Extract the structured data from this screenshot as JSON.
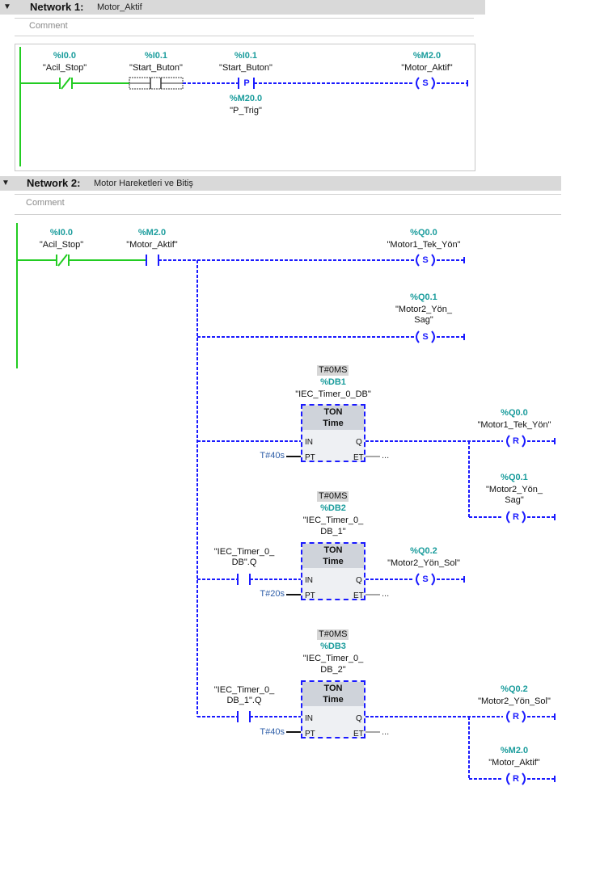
{
  "network1": {
    "label": "Network 1:",
    "name": "Motor_Aktif",
    "comment": "Comment",
    "contacts": [
      {
        "address": "%I0.0",
        "symbol": "\"Acil_Stop\""
      },
      {
        "address": "%I0.1",
        "symbol": "\"Start_Buton\""
      },
      {
        "address": "%I0.1",
        "symbol": "\"Start_Buton\"",
        "edge_address": "%M20.0",
        "edge_symbol": "\"P_Trig\"",
        "edge_letter": "P"
      }
    ],
    "coil": {
      "address": "%M2.0",
      "symbol": "\"Motor_Aktif\"",
      "letter": "S"
    }
  },
  "network2": {
    "label": "Network 2:",
    "name": "Motor Hareketleri ve Bitiş",
    "comment": "Comment",
    "contacts": [
      {
        "address": "%I0.0",
        "symbol": "\"Acil_Stop\""
      },
      {
        "address": "%M2.0",
        "symbol": "\"Motor_Aktif\""
      }
    ],
    "set_coils": [
      {
        "address": "%Q0.0",
        "symbol_1": "\"Motor1_Tek_Yön\"",
        "symbol_2": "",
        "letter": "S"
      },
      {
        "address": "%Q0.1",
        "symbol_1": "\"Motor2_Yön_",
        "symbol_2": "Sag\"",
        "letter": "S"
      }
    ],
    "timers": [
      {
        "tag": "T#0MS",
        "db": "%DB1",
        "db_symbol_1": "\"IEC_Timer_0_DB\"",
        "db_symbol_2": "",
        "type": "TON",
        "subtype": "Time",
        "pin_in": "IN",
        "pin_pt": "PT",
        "pin_q": "Q",
        "pin_et": "ET",
        "pt_value": "T#40s",
        "et_value": "...",
        "coils": [
          {
            "address": "%Q0.0",
            "symbol_1": "\"Motor1_Tek_Yön\"",
            "symbol_2": "",
            "letter": "R"
          },
          {
            "address": "%Q0.1",
            "symbol_1": "\"Motor2_Yön_",
            "symbol_2": "Sag\"",
            "letter": "R"
          }
        ]
      },
      {
        "tag": "T#0MS",
        "db": "%DB2",
        "db_symbol_1": "\"IEC_Timer_0_",
        "db_symbol_2": "DB_1\"",
        "type": "TON",
        "subtype": "Time",
        "pin_in": "IN",
        "pin_pt": "PT",
        "pin_q": "Q",
        "pin_et": "ET",
        "pt_value": "T#20s",
        "et_value": "...",
        "contact": {
          "symbol_1": "\"IEC_Timer_0_",
          "symbol_2": "DB\".Q"
        },
        "coils": [
          {
            "address": "%Q0.2",
            "symbol_1": "\"Motor2_Yön_Sol\"",
            "symbol_2": "",
            "letter": "S"
          }
        ]
      },
      {
        "tag": "T#0MS",
        "db": "%DB3",
        "db_symbol_1": "\"IEC_Timer_0_",
        "db_symbol_2": "DB_2\"",
        "type": "TON",
        "subtype": "Time",
        "pin_in": "IN",
        "pin_pt": "PT",
        "pin_q": "Q",
        "pin_et": "ET",
        "pt_value": "T#40s",
        "et_value": "...",
        "contact": {
          "symbol_1": "\"IEC_Timer_0_",
          "symbol_2": "DB_1\".Q"
        },
        "coils": [
          {
            "address": "%Q0.2",
            "symbol_1": "\"Motor2_Yön_Sol\"",
            "symbol_2": "",
            "letter": "R"
          },
          {
            "address": "%M2.0",
            "symbol_1": "\"Motor_Aktif\"",
            "symbol_2": "",
            "letter": "R"
          }
        ]
      }
    ]
  },
  "colors": {
    "power_rail": "#22cc22",
    "wire_dashed": "#1a1aff",
    "address": "#1a9c9c",
    "pt_value": "#2e5ea8"
  }
}
